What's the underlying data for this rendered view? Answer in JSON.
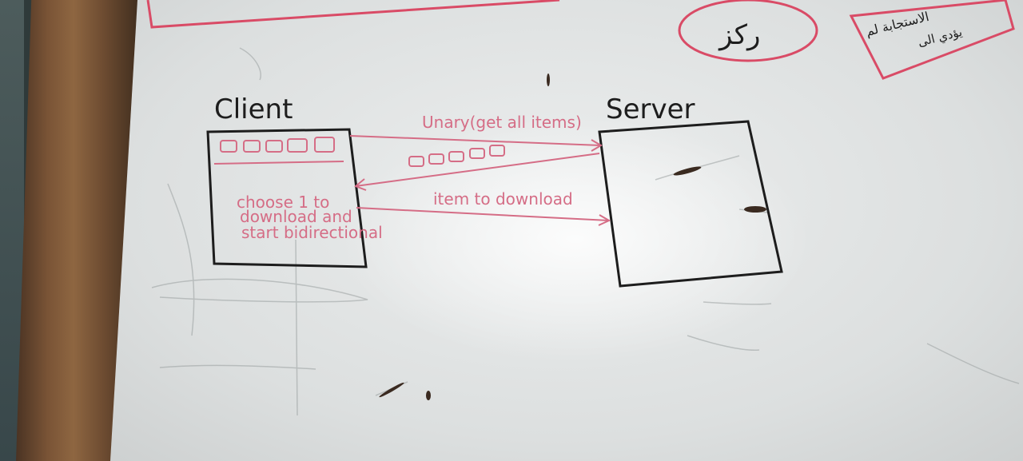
{
  "whiteboard": {
    "client_label": "Client",
    "server_label": "Server",
    "arrow_top_label": "Unary(get all items)",
    "arrow_bottom_label": "item to download",
    "client_note": [
      "choose 1 to",
      "download and",
      "start bidirectional"
    ],
    "top_right_note": [
      "الاستجابة لم",
      "يؤدي الى"
    ],
    "circled_note": "ركز"
  },
  "colors": {
    "marker_black": "#1d1d1d",
    "marker_pink": "#d56d86",
    "marker_red": "#d94b66",
    "board": "#e4e6e6",
    "frame_wood": "#7a5436"
  }
}
